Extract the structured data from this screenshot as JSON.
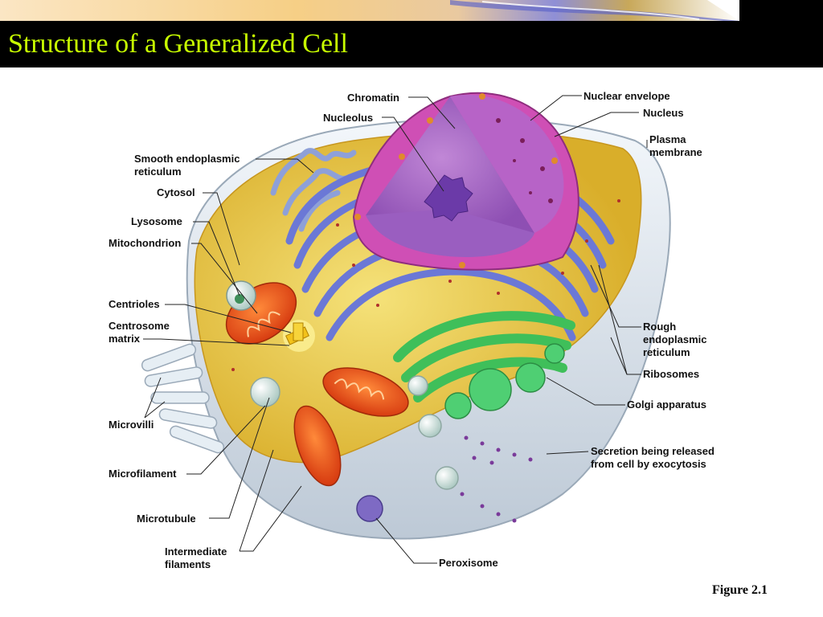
{
  "slide": {
    "title": "Structure of a Generalized Cell",
    "figure_label": "Figure 2.1"
  },
  "labels": {
    "chromatin": "Chromatin",
    "nucleolus": "Nucleolus",
    "nuclear_envelope": "Nuclear envelope",
    "nucleus": "Nucleus",
    "plasma_membrane": [
      "Plasma",
      "membrane"
    ],
    "smooth_er": [
      "Smooth endoplasmic",
      "reticulum"
    ],
    "cytosol": "Cytosol",
    "lysosome": "Lysosome",
    "mitochondrion": "Mitochondrion",
    "centrioles": "Centrioles",
    "centrosome_matrix": [
      "Centrosome",
      "matrix"
    ],
    "rough_er": [
      "Rough",
      "endoplasmic",
      "reticulum"
    ],
    "ribosomes": "Ribosomes",
    "golgi": "Golgi apparatus",
    "microvilli": "Microvilli",
    "secretion": [
      "Secretion being released",
      "from cell by exocytosis"
    ],
    "microfilament": "Microfilament",
    "microtubule": "Microtubule",
    "intermediate_filaments": [
      "Intermediate",
      "filaments"
    ],
    "peroxisome": "Peroxisome"
  },
  "colors": {
    "title_text": "#c8ff00",
    "title_bar": "#000000",
    "cytoplasm": "#e8c53a",
    "membrane": "#dde6ef",
    "rough_er": "#6b78d6",
    "nucleus": "#cf4fb5",
    "nucleoplasm": "#a469c4",
    "golgi": "#3fbf5a",
    "mitochondrion": "#e8501f"
  }
}
